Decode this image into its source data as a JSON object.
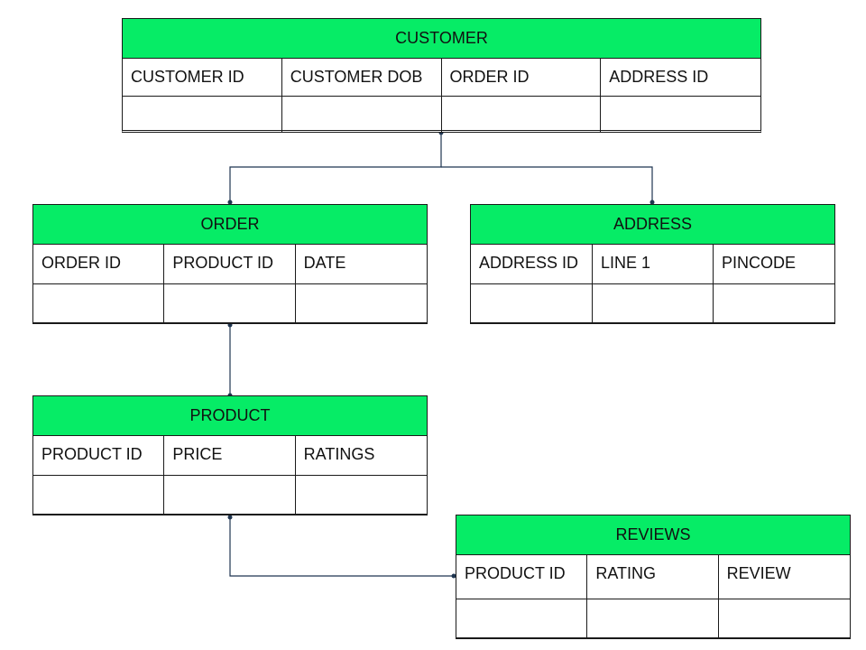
{
  "entities": {
    "customer": {
      "title": "CUSTOMER",
      "attributes": [
        "CUSTOMER ID",
        "CUSTOMER DOB",
        "ORDER ID",
        "ADDRESS ID"
      ]
    },
    "order": {
      "title": "ORDER",
      "attributes": [
        "ORDER ID",
        "PRODUCT ID",
        "DATE"
      ]
    },
    "address": {
      "title": "ADDRESS",
      "attributes": [
        "ADDRESS ID",
        "LINE 1",
        "PINCODE"
      ]
    },
    "product": {
      "title": "PRODUCT",
      "attributes": [
        "PRODUCT ID",
        "PRICE",
        "RATINGS"
      ]
    },
    "reviews": {
      "title": "REVIEWS",
      "attributes": [
        "PRODUCT ID",
        "RATING",
        "REVIEW"
      ]
    }
  },
  "relationships": [
    {
      "from": "customer",
      "to": "order"
    },
    {
      "from": "customer",
      "to": "address"
    },
    {
      "from": "order",
      "to": "product"
    },
    {
      "from": "product",
      "to": "reviews"
    }
  ],
  "colors": {
    "header_fill": "#06ec66",
    "border": "#1a1a1a",
    "connector": "#1f3550"
  }
}
